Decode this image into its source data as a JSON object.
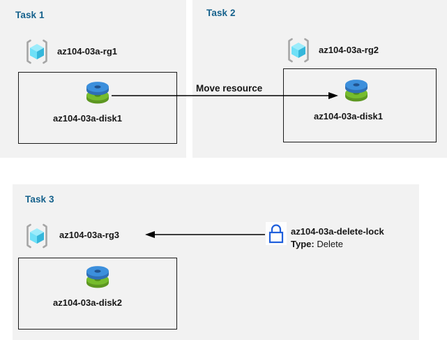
{
  "diagram": {
    "title_color": "#15618c",
    "panel_background": "#f2f2f2",
    "page_background": "#ffffff"
  },
  "panels": [
    {
      "id": "task1",
      "title": "Task 1",
      "resource_group": {
        "label": "az104-03a-rg1",
        "icon": "resource-group-icon"
      },
      "resource": {
        "label": "az104-03a-disk1",
        "icon": "managed-disk-icon"
      }
    },
    {
      "id": "task2",
      "title": "Task 2",
      "resource_group": {
        "label": "az104-03a-rg2",
        "icon": "resource-group-icon"
      },
      "resource": {
        "label": "az104-03a-disk1",
        "icon": "managed-disk-icon"
      }
    },
    {
      "id": "task3",
      "title": "Task 3",
      "resource_group": {
        "label": "az104-03a-rg3",
        "icon": "resource-group-icon"
      },
      "resource": {
        "label": "az104-03a-disk2",
        "icon": "managed-disk-icon"
      },
      "lock": {
        "name": "az104-03a-delete-lock",
        "type_label": "Type:",
        "type_value": "Delete",
        "icon": "lock-icon",
        "icon_color": "#1f5fdc"
      }
    }
  ],
  "connectors": [
    {
      "id": "move-resource",
      "label": "Move resource",
      "direction": "right",
      "from": "az104-03a-disk1 (Task 1)",
      "to": "az104-03a-disk1 (Task 2)"
    },
    {
      "id": "lock-applies-to-rg3",
      "label": "",
      "direction": "left",
      "from": "az104-03a-delete-lock",
      "to": "az104-03a-rg3"
    }
  ],
  "icon_colors": {
    "cube_light": "#7fe7fb",
    "cube_mid": "#4fd6f5",
    "cube_dark": "#2aa8cc",
    "bracket": "#a6a6a6",
    "disk_blue_top": "#3c8fdc",
    "disk_blue_side": "#2f6fb5",
    "disk_green_top": "#76bc2d",
    "disk_green_side": "#5d9722"
  }
}
